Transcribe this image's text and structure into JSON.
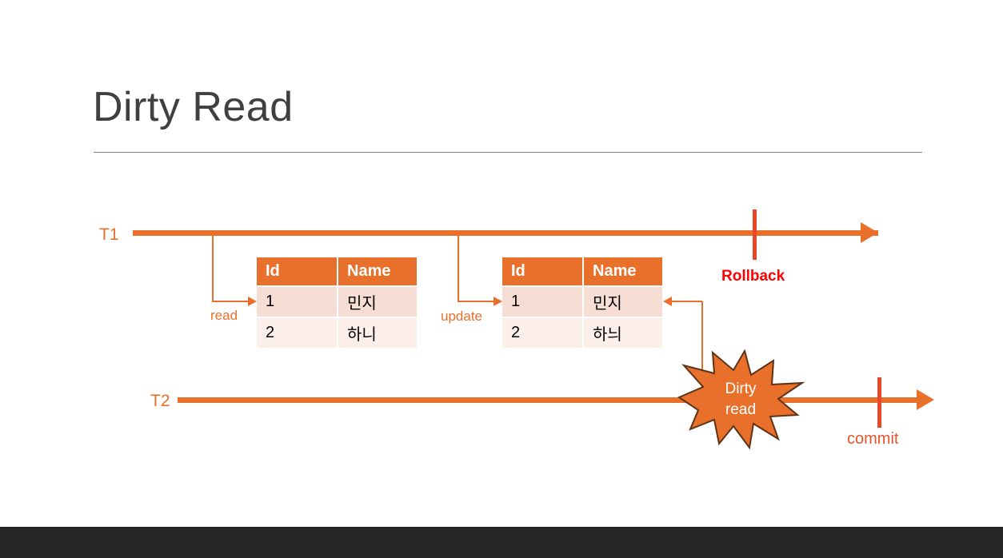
{
  "slide": {
    "title": "Dirty Read",
    "footer_color": "#262626",
    "accent_color": "#E8702A",
    "alert_color": "#FF0000"
  },
  "timelines": [
    {
      "id": "t1",
      "label": "T1"
    },
    {
      "id": "t2",
      "label": "T2"
    }
  ],
  "operations": [
    {
      "name": "read",
      "label": "read"
    },
    {
      "name": "update",
      "label": "update"
    }
  ],
  "markers": {
    "rollback": "Rollback",
    "commit": "commit"
  },
  "callout": {
    "line1": "Dirty",
    "line2": "read"
  },
  "tables": [
    {
      "name": "table-before-update",
      "headers": [
        "Id",
        "Name"
      ],
      "rows": [
        [
          "1",
          "민지"
        ],
        [
          "2",
          "하니"
        ]
      ]
    },
    {
      "name": "table-after-update",
      "headers": [
        "Id",
        "Name"
      ],
      "rows": [
        [
          "1",
          "민지"
        ],
        [
          "2",
          "하늬"
        ]
      ]
    }
  ]
}
